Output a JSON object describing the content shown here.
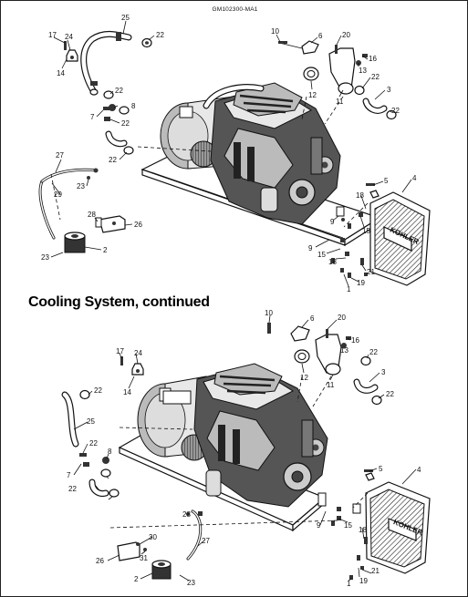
{
  "figure_id": "GM102300-MA1",
  "section_title": "Cooling System, continued",
  "cover_brand": "KOHLER",
  "diagrams": [
    {
      "callouts": [
        "25",
        "22",
        "17",
        "24",
        "14",
        "10",
        "6",
        "20",
        "16",
        "13",
        "12",
        "11",
        "22",
        "3",
        "22",
        "22",
        "8",
        "7",
        "22",
        "22",
        "27",
        "29",
        "23",
        "28",
        "26",
        "2",
        "23",
        "5",
        "4",
        "18",
        "15",
        "9",
        "9",
        "15",
        "18",
        "21",
        "19",
        "1"
      ]
    },
    {
      "callouts": [
        "10",
        "6",
        "20",
        "16",
        "13",
        "12",
        "11",
        "22",
        "3",
        "22",
        "17",
        "24",
        "14",
        "22",
        "25",
        "22",
        "8",
        "7",
        "22",
        "5",
        "4",
        "18",
        "15",
        "9",
        "23",
        "30",
        "31",
        "26",
        "27",
        "2",
        "23",
        "21",
        "19",
        "1"
      ]
    }
  ]
}
